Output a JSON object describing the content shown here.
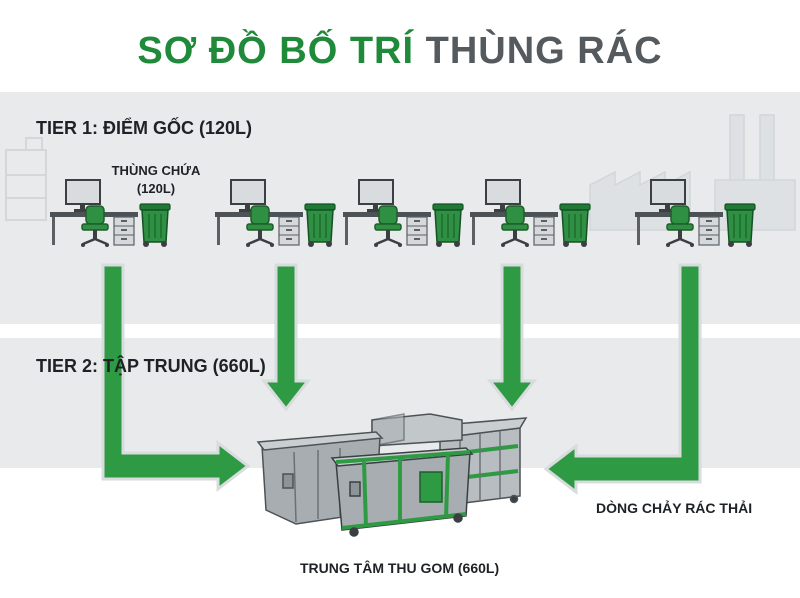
{
  "title": {
    "part1": "SƠ ĐỒ BỐ TRÍ",
    "part2": "THÙNG RÁC"
  },
  "tier1_label": "TIER 1: ĐIỂM GỐC (120L)",
  "tier2_label": "TIER 2: TẬP TRUNG (660L)",
  "bin_caption_line1": "THÙNG CHỨA",
  "bin_caption_line2": "(120L)",
  "flow_label": "DÒNG CHẢY RÁC THẢI",
  "center_label": "TRUNG TÂM THU GOM (660L)",
  "workstations": [
    {
      "id": "ws-1",
      "icons": [
        "desk-icon",
        "monitor-icon",
        "chair-icon",
        "drawer-icon",
        "wheelie-bin-icon"
      ]
    },
    {
      "id": "ws-2",
      "icons": [
        "desk-icon",
        "monitor-icon",
        "chair-icon",
        "drawer-icon",
        "wheelie-bin-icon"
      ]
    },
    {
      "id": "ws-3",
      "icons": [
        "desk-icon",
        "monitor-icon",
        "chair-icon",
        "drawer-icon",
        "wheelie-bin-icon"
      ]
    },
    {
      "id": "ws-4",
      "icons": [
        "desk-icon",
        "monitor-icon",
        "chair-icon",
        "drawer-icon",
        "wheelie-bin-icon"
      ]
    },
    {
      "id": "ws-5",
      "icons": [
        "desk-icon",
        "monitor-icon",
        "chair-icon",
        "drawer-icon",
        "wheelie-bin-icon"
      ]
    }
  ],
  "colors": {
    "accent_green": "#1f8a3a",
    "title_gray": "#555a5e",
    "band_gray": "#e8eaeb",
    "metal_gray": "#a7adb1",
    "text_dark": "#1e2226"
  }
}
